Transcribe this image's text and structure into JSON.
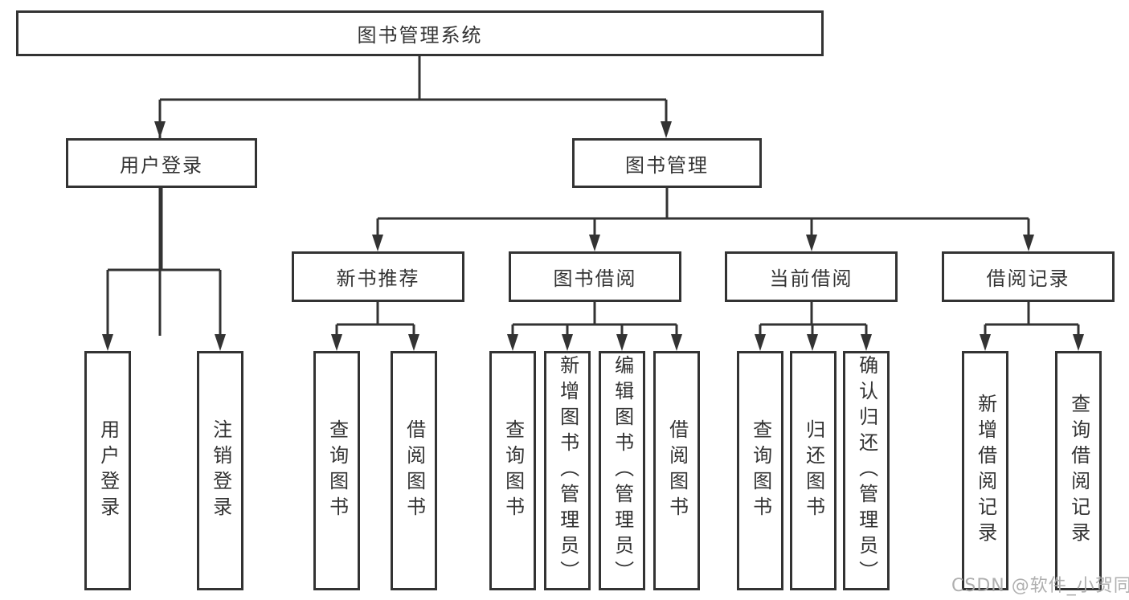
{
  "tree": {
    "root": {
      "label": "图书管理系统"
    },
    "branches": [
      {
        "label": "用户登录",
        "children": [
          {
            "label": "用户登录"
          },
          {
            "label": "注销登录"
          }
        ]
      },
      {
        "label": "图书管理",
        "children": [
          {
            "label": "新书推荐",
            "children": [
              {
                "label": "查询图书"
              },
              {
                "label": "借阅图书"
              }
            ]
          },
          {
            "label": "图书借阅",
            "children": [
              {
                "label": "查询图书"
              },
              {
                "label": "新增图书（管理员）"
              },
              {
                "label": "编辑图书（管理员）"
              },
              {
                "label": "借阅图书"
              }
            ]
          },
          {
            "label": "当前借阅",
            "children": [
              {
                "label": "查询图书"
              },
              {
                "label": "归还图书"
              },
              {
                "label": "确认归还（管理员）"
              }
            ]
          },
          {
            "label": "借阅记录",
            "children": [
              {
                "label": "新增借阅记录"
              },
              {
                "label": "查询借阅记录"
              }
            ]
          }
        ]
      }
    ]
  },
  "watermark": {
    "text": "CSDN @软件_小贺同学"
  },
  "colors": {
    "line": "#333333",
    "text": "#333333",
    "box_background": "#ffffff",
    "page_background": "#ffffff",
    "watermark": "#ababab"
  }
}
